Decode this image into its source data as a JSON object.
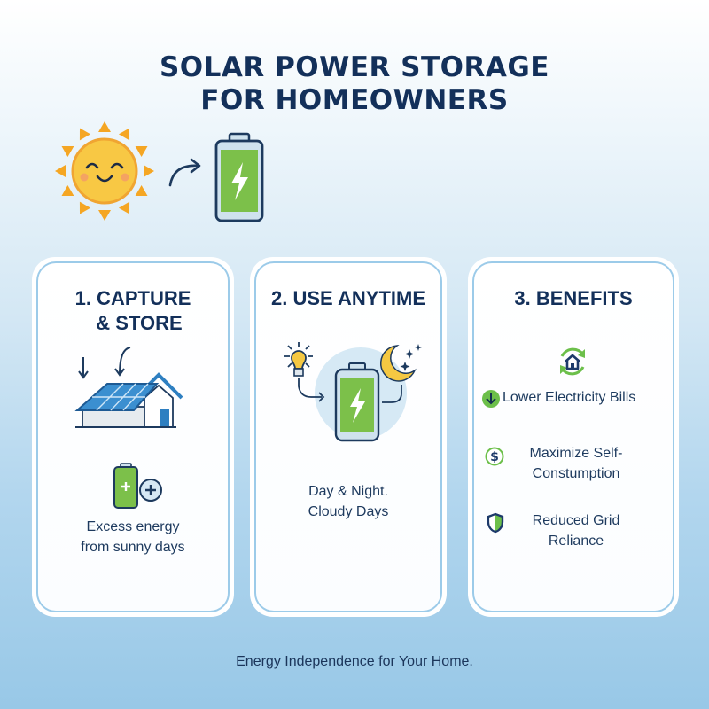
{
  "title": {
    "line1": "SOLAR POWER STORAGE",
    "line2": "FOR HOMEOWNERS"
  },
  "hero": {
    "icons": [
      "smiling-sun-icon",
      "curved-arrow-icon",
      "charged-battery-icon"
    ]
  },
  "cards": [
    {
      "title_line1": "1. CAPTURE",
      "title_line2": "& STORE",
      "icons": [
        "solar-house-icon",
        "battery-plus-icon"
      ],
      "text_line1": "Excess energy",
      "text_line2": "from sunny days"
    },
    {
      "title_line1": "2. USE ANYTIME",
      "icons": [
        "lightbulb-icon",
        "battery-bolt-icon",
        "moon-stars-icon"
      ],
      "text_line1": "Day & Night.",
      "text_line2": "Cloudy Days"
    },
    {
      "title_line1": "3. BENEFITS",
      "top_icon": "house-cycle-icon",
      "benefits": [
        {
          "icon": "arrow-down-icon",
          "line1": "Lower Electricity Bills"
        },
        {
          "icon": "dollar-icon",
          "line1": "Maximize Self-",
          "line2": "Constumption"
        },
        {
          "icon": "shield-icon",
          "line1": "Reduced Grid",
          "line2": "Reliance"
        }
      ]
    }
  ],
  "footer": "Energy Independence for Your Home.",
  "colors": {
    "title": "#13305a",
    "card_border": "#9ccbe9",
    "battery_green": "#7cc04a",
    "sun_yellow": "#f7c53e",
    "sun_ray": "#f5a623",
    "panel_blue": "#2e7fc1",
    "bg_bottom": "#98c8e7"
  }
}
